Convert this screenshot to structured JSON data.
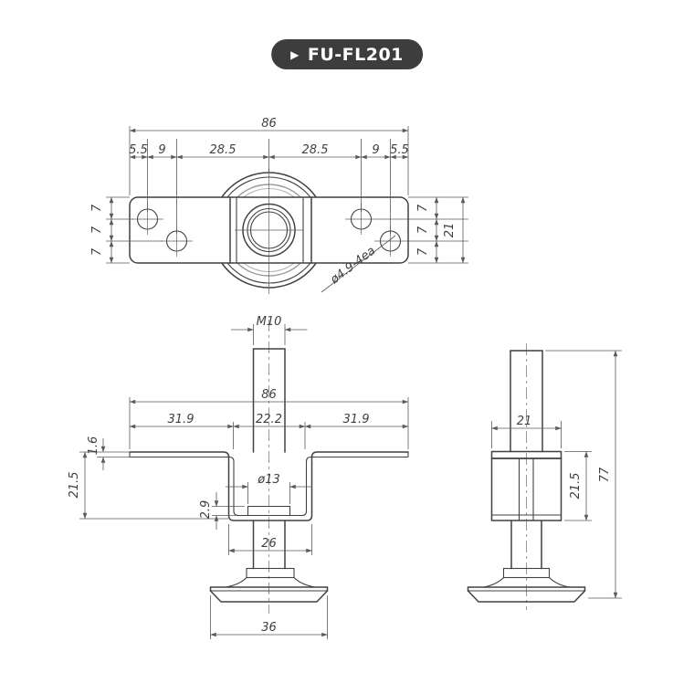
{
  "colors": {
    "badge_bg": "#3d3d3d",
    "badge_fg": "#ffffff",
    "line": "#414141",
    "dim_line": "#5a5a5a",
    "light_line": "#9b9b9b",
    "background": "#ffffff"
  },
  "badge": {
    "play_icon": "▶",
    "label": "FU-FL201"
  },
  "top_view": {
    "overall_width": "86",
    "segments": [
      "5.5",
      "9",
      "28.5",
      "28.5",
      "9",
      "5.5"
    ],
    "row_offsets_left": [
      "7",
      "7",
      "7"
    ],
    "row_offsets_right": [
      "7",
      "7",
      "7"
    ],
    "overall_depth": "21",
    "hole_callout": "ø4.9-4ea"
  },
  "front_view": {
    "thread_size": "M10",
    "overall_width": "86",
    "flange_left": "31.9",
    "channel_inner_width": "22.2",
    "flange_right": "31.9",
    "sheet_thickness": "1.6",
    "bracket_height": "21.5",
    "boss_diameter": "ø13",
    "boss_height": "2.9",
    "channel_outer_width": "26",
    "foot_diameter": "36"
  },
  "side_view": {
    "plate_depth": "21",
    "body_height": "21.5",
    "overall_height": "77"
  }
}
